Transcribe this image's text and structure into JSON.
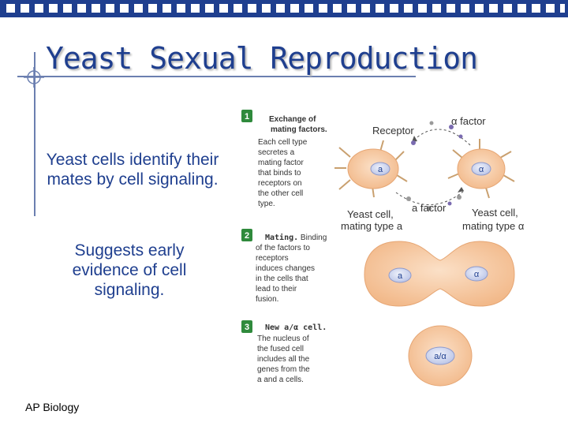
{
  "slide": {
    "title": "Yeast Sexual Reproduction",
    "bullet1": "Yeast cells identify their mates by cell signaling.",
    "bullet2": "Suggests early evidence of cell signaling.",
    "footer": "AP Biology"
  },
  "figure": {
    "steps": [
      {
        "num": "1",
        "heading": "Exchange of mating factors.",
        "body": [
          "Each cell type",
          "secretes a",
          "mating factor",
          "that binds to",
          "receptors on",
          "the other cell",
          "type."
        ]
      },
      {
        "num": "2",
        "heading": "Mating.",
        "body": [
          "Binding",
          "of the factors to",
          "receptors",
          "induces changes",
          "in the cells that",
          "lead to their",
          "fusion."
        ]
      },
      {
        "num": "3",
        "heading": "New a/α cell.",
        "body": [
          "The nucleus of",
          "the fused cell",
          "includes all the",
          "genes from the",
          "a and a cells."
        ]
      }
    ],
    "labels": {
      "receptor": "Receptor",
      "alpha_factor": "α factor",
      "a_factor": "a factor",
      "cell_a_line1": "Yeast cell,",
      "cell_a_line2": "mating type a",
      "cell_alpha_line1": "Yeast cell,",
      "cell_alpha_line2": "mating type α",
      "cell_a": "a",
      "cell_alpha": "α",
      "fused_cell": "a/α"
    },
    "colors": {
      "cell_fill": "#f7c9a2",
      "nucleus_fill": "#d6dcf0",
      "step_badge": "#2f8a3c",
      "heading": "#1f3f8f"
    }
  }
}
